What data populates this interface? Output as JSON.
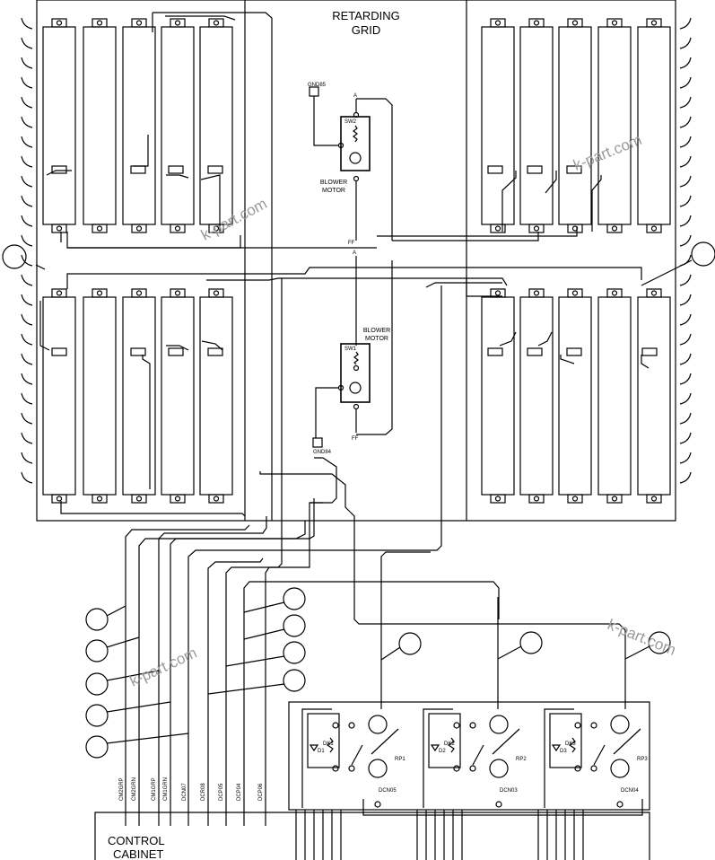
{
  "title": "RETARDING\nGRID",
  "title_lines": [
    "RETARDING",
    "GRID"
  ],
  "blower_motor_label": "BLOWER\nMOTOR",
  "blower_lines": [
    "BLOWER",
    "MOTOR"
  ],
  "blower_top": {
    "ground": "GND85",
    "pin_a": "A",
    "pin_ff": "FF",
    "switch": "SW2"
  },
  "blower_bottom": {
    "ground": "GND84",
    "pin_a": "A",
    "pin_ff": "FF",
    "switch": "SW1"
  },
  "wire_labels": [
    "CM2GRP",
    "CM2GRN",
    "CM1GRP",
    "CM1GRN",
    "DCN07",
    "DCR08",
    "DCP05",
    "DCP04",
    "DCP06"
  ],
  "relays": [
    {
      "rp": "RP1",
      "contactor": "DCN05",
      "d1": "D1",
      "d2": "DK1"
    },
    {
      "rp": "RP2",
      "contactor": "DCN03",
      "d1": "D2",
      "d2": "DK2"
    },
    {
      "rp": "RP3",
      "contactor": "DCN04",
      "d1": "D3",
      "d2": "DK3"
    }
  ],
  "cabinet_lines": [
    "CONTROL",
    "CABINET"
  ],
  "watermark": "k-part.com",
  "colors": {
    "line": "#000000",
    "background": "#ffffff",
    "watermark": "#9a9a9a"
  }
}
